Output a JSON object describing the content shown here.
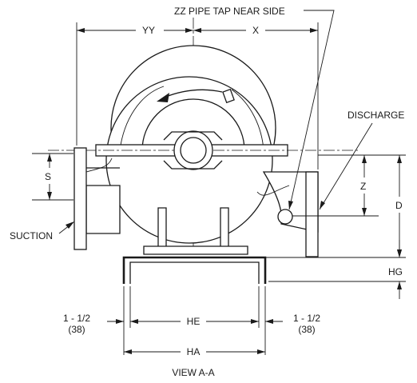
{
  "labels": {
    "zz": "ZZ PIPE TAP NEAR SIDE",
    "yy": "YY",
    "x": "X",
    "discharge": "DISCHARGE",
    "s": "S",
    "z": "Z",
    "d": "D",
    "suction": "SUCTION",
    "hg": "HG",
    "he": "HE",
    "ha": "HA",
    "offset_left_in": "1 - 1/2",
    "offset_left_mm": "(38)",
    "offset_right_in": "1 - 1/2",
    "offset_right_mm": "(38)",
    "view": "VIEW A-A"
  }
}
